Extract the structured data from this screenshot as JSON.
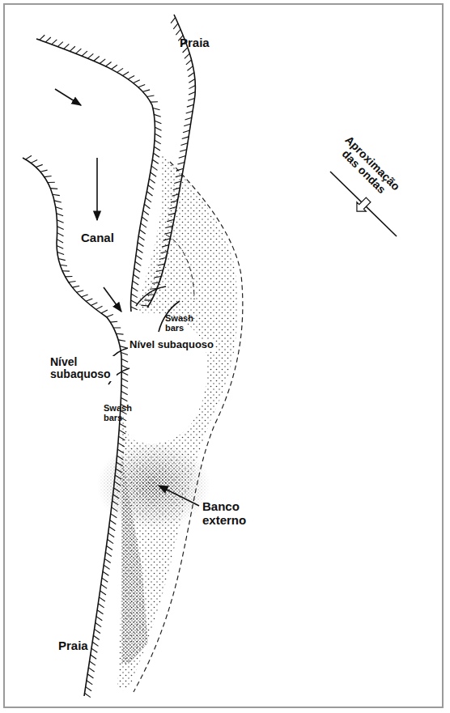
{
  "diagram": {
    "labels": [
      "Praia",
      "Canal",
      "Aproximação das ondas",
      "Swash bars",
      "Nível subaquoso",
      "Nível subaquoso",
      "Swash bars",
      "Banco externo",
      "Praia"
    ]
  }
}
